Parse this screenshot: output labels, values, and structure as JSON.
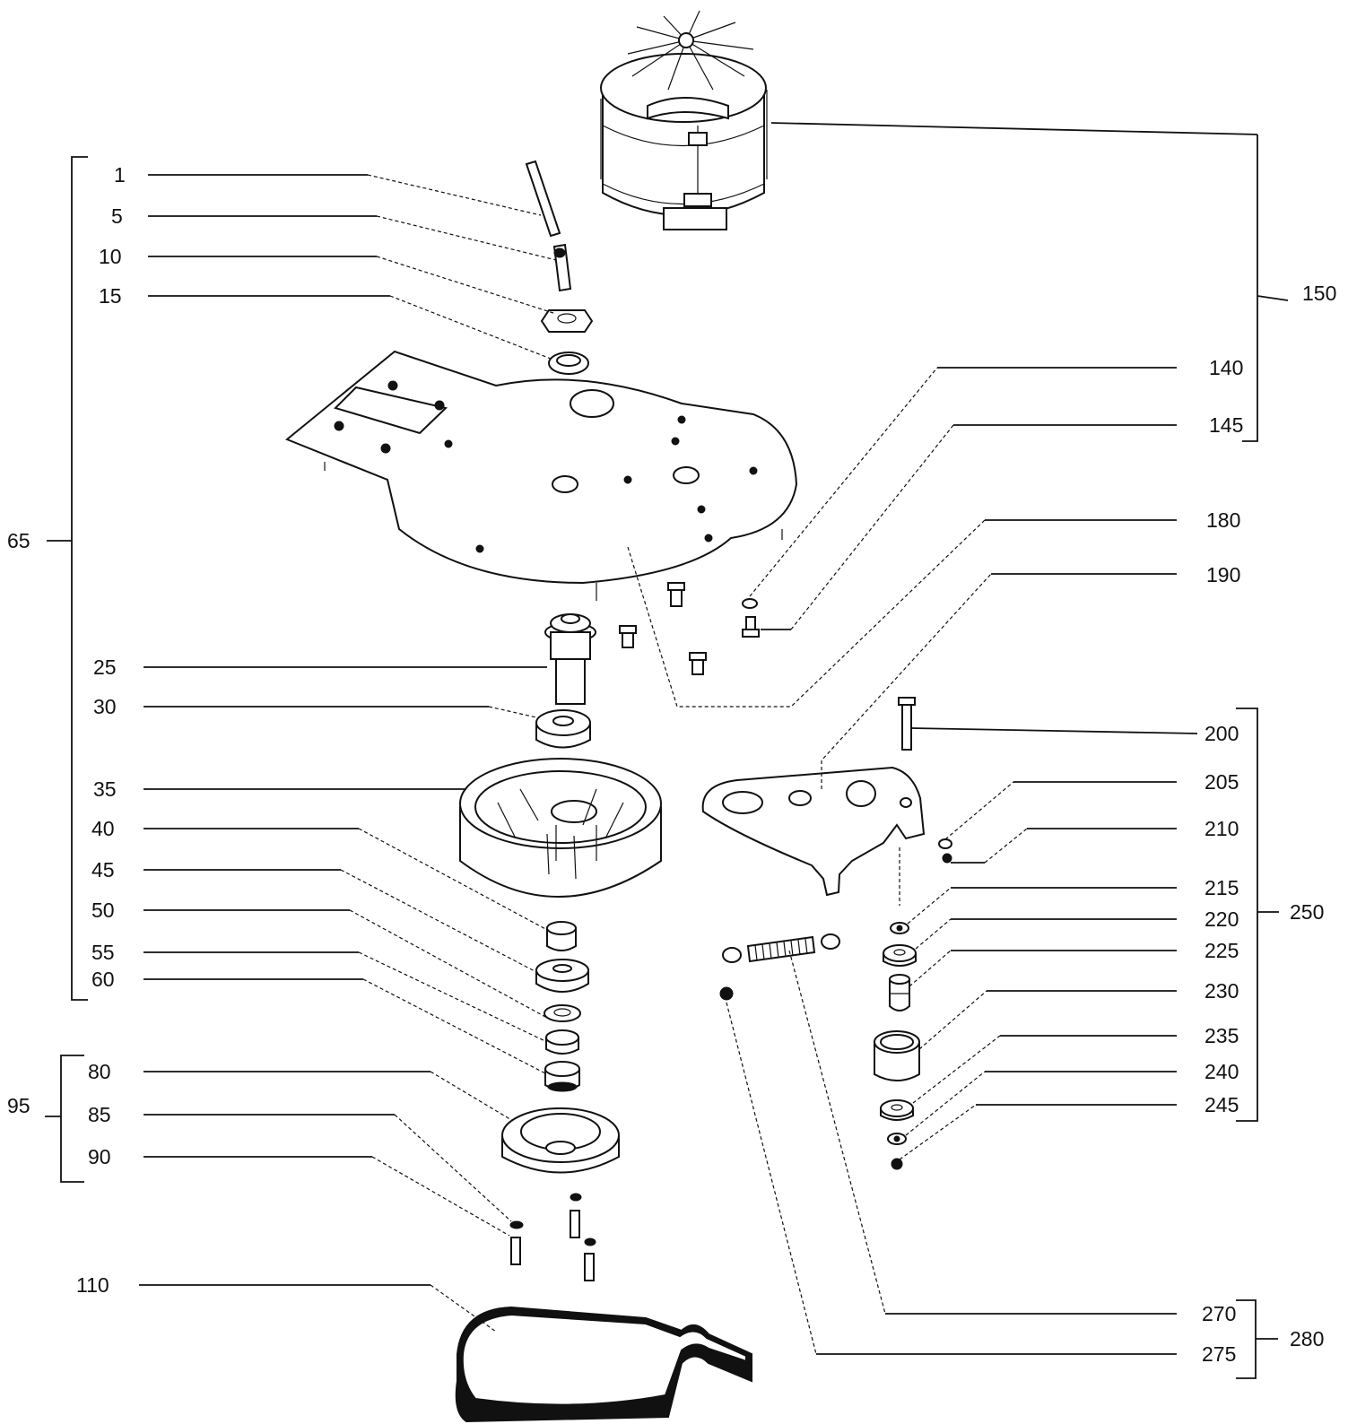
{
  "labels": {
    "l1": "1",
    "l5": "5",
    "l10": "10",
    "l15": "15",
    "l25": "25",
    "l30": "30",
    "l35": "35",
    "l40": "40",
    "l45": "45",
    "l50": "50",
    "l55": "55",
    "l60": "60",
    "l65": "65",
    "l80": "80",
    "l85": "85",
    "l90": "90",
    "l95": "95",
    "l110": "110",
    "l140": "140",
    "l145": "145",
    "l150": "150",
    "l180": "180",
    "l190": "190",
    "l200": "200",
    "l205": "205",
    "l210": "210",
    "l215": "215",
    "l220": "220",
    "l225": "225",
    "l230": "230",
    "l235": "235",
    "l240": "240",
    "l245": "245",
    "l250": "250",
    "l270": "270",
    "l275": "275",
    "l280": "280"
  }
}
